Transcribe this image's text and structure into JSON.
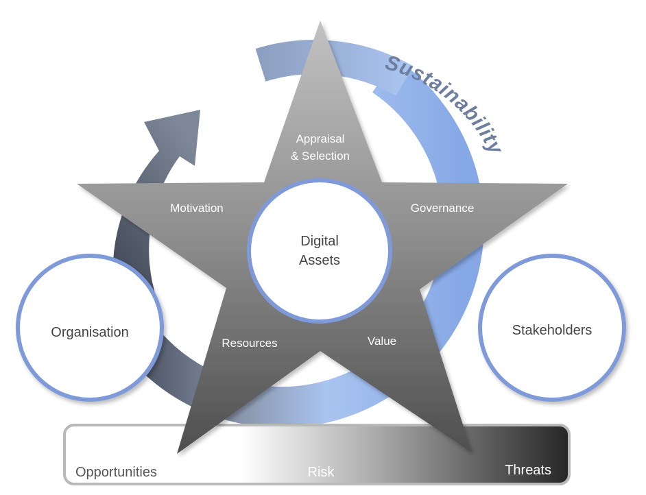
{
  "diagram": {
    "ring_label": "Sustainability",
    "star": {
      "center": "Digital Assets",
      "center_lines": [
        "Digital",
        "Assets"
      ],
      "top_lines": [
        "Appraisal",
        "& Selection"
      ],
      "left": "Motivation",
      "right": "Governance",
      "bottom_left": "Resources",
      "bottom_right": "Value"
    },
    "side_circles": {
      "left": "Organisation",
      "right": "Stakeholders"
    },
    "risk_bar": {
      "left": "Opportunities",
      "center": "Risk",
      "right": "Threats"
    },
    "colors": {
      "ring_light": "#a9c4f0",
      "ring_dark": "#4e5566",
      "circle_border": "#7f9ad8",
      "star_light": "#b8b8b8",
      "star_dark": "#4f4f4f",
      "bar_dark": "#2a2a2a"
    }
  }
}
